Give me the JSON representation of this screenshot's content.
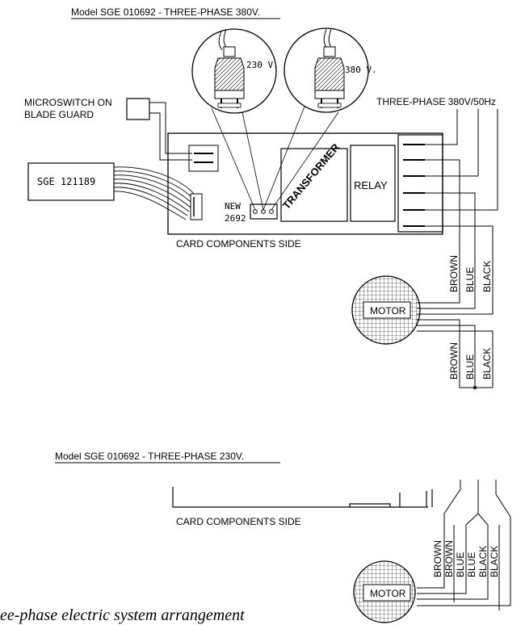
{
  "section_380": {
    "title": "Model SGE 010692 - THREE-PHASE 380V.",
    "microswitch_line1": "MICROSWITCH ON",
    "microswitch_line2": "BLADE GUARD",
    "power_label": "THREE-PHASE 380V/50Hz",
    "connector_230": "230 V.",
    "connector_380": "380 V.",
    "sge_board": "SGE 121189",
    "new_label": "NEW",
    "board_number": "2692",
    "transformer": "TRANSFORMER",
    "relay": "RELAY",
    "card_side": "CARD COMPONENTS SIDE",
    "motor": "MOTOR",
    "wires_top": [
      "BROWN",
      "BLUE",
      "BLACK"
    ],
    "wires_bottom": [
      "BROWN",
      "BLUE",
      "BLACK"
    ]
  },
  "section_230": {
    "title": "Model SGE 010692 - THREE-PHASE 230V.",
    "card_side": "CARD COMPONENTS SIDE",
    "motor": "MOTOR",
    "wires": [
      "BROWN",
      "BROWN",
      "BLUE",
      "BLUE",
      "BLACK",
      "BLACK"
    ]
  },
  "caption": "ee-phase electric system arrangement"
}
